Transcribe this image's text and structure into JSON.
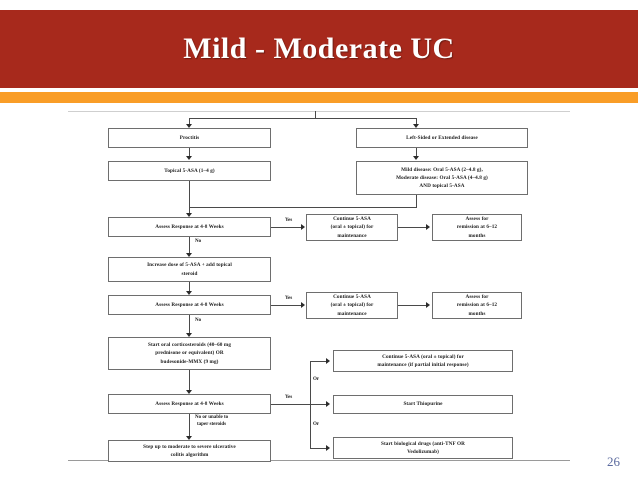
{
  "slide": {
    "title": "Mild - Moderate UC",
    "page_number": "26",
    "colors": {
      "header_red": "#a7291c",
      "accent_orange": "#f99d27",
      "page_number_blue": "#5b6a9e",
      "box_border": "#6e6e6e"
    }
  },
  "flowchart": {
    "boxes": {
      "proctitis": "Proctitis",
      "left_sided": "Left-Sided or Extended disease",
      "topical_5asa": "Topical 5-ASA (1–4 g)",
      "dosing_line1": "Mild disease: Oral 5-ASA (2–4.8 g),",
      "dosing_line2": "Moderate disease: Oral 5-ASA (4–4.8 g)",
      "dosing_line3": "AND topical 5-ASA",
      "assess1": "Assess Response at 4-8 Weeks",
      "continue1_line1": "Continue 5-ASA",
      "continue1_line2": "(oral ± topical) for",
      "continue1_line3": "maintenance",
      "remission1_line1": "Assess for",
      "remission1_line2": "remission at 6–12",
      "remission1_line3": "months",
      "increase_line1": "Increase dose of 5-ASA + add topical",
      "increase_line2": "steroid",
      "assess2": "Assess Response at 4-8 Weeks",
      "continue2_line1": "Continue 5-ASA",
      "continue2_line2": "(oral ± topical) for",
      "continue2_line3": "maintenance",
      "remission2_line1": "Assess for",
      "remission2_line2": "remission at 6–12",
      "remission2_line3": "months",
      "corticosteroids_line1": "Start oral corticosteroids (40–60 mg",
      "corticosteroids_line2": "prednisone or equivalent) OR",
      "corticosteroids_line3": "budesonide-MMX (9 mg)",
      "assess3": "Assess Response at 4-8 Weeks",
      "stepup_line1": "Step up to moderate to severe ulcerative",
      "stepup_line2": "colitis algorithm",
      "maint_partial_line1": "Continue 5-ASA (oral ± topical) for",
      "maint_partial_line2": "maintenance (if partial initial response)",
      "thiopurine": "Start Thiopurine",
      "biologics_line1": "Start biological drugs (anti-TNF OR",
      "biologics_line2": "Vedolizumab)"
    },
    "edge_labels": {
      "yes1": "Yes",
      "no1": "No",
      "yes2": "Yes",
      "no2": "No",
      "yes3": "Yes",
      "no_taper_line1": "No or unable to",
      "no_taper_line2": "taper steroids",
      "or1": "Or",
      "or2": "Or"
    }
  }
}
